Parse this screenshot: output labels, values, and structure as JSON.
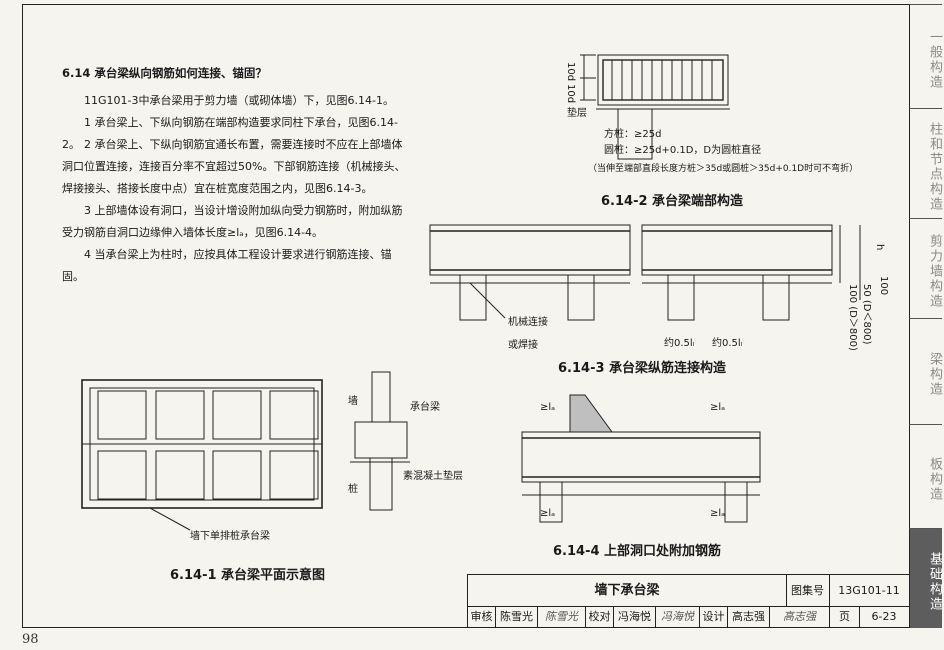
{
  "tabs": [
    {
      "label": "一般构造",
      "active": false
    },
    {
      "label": "柱和节点构造",
      "active": false
    },
    {
      "label": "剪力墙构造",
      "active": false
    },
    {
      "label": "梁构造",
      "active": false
    },
    {
      "label": "板构造",
      "active": false
    },
    {
      "label": "基础构造",
      "active": true
    }
  ],
  "page_number": "98",
  "section": {
    "heading": "6.14 承台梁纵向钢筋如何连接、锚固？",
    "paragraphs": [
      "11G101-3中承台梁用于剪力墙（或砌体墙）下，见图6.14-1。",
      "1 承台梁上、下纵向钢筋在端部构造要求同柱下承台，见图6.14-2。",
      "2 承台梁上、下纵向钢筋宜通长布置，需要连接时不应在上部墙体洞口位置连接，连接百分率不宜超过50%。下部钢筋连接（机械接头、焊接接头、搭接长度中点）宜在桩宽度范围之内，见图6.14-3。",
      "3 上部墙体设有洞口，当设计增设附加纵向受力钢筋时，附加纵筋受力钢筋自洞口边缘伸入墙体长度≥lₐ，见图6.14-4。",
      "4 当承台梁上为柱时，应按具体工程设计要求进行钢筋连接、锚固。"
    ]
  },
  "figures": {
    "fig1_caption": "6.14-1  承台梁平面示意图",
    "fig1_label": "墙下单排桩承台梁",
    "fig1b_labels": {
      "wall": "墙",
      "beam": "承台梁",
      "pile": "桩",
      "cushion": "素混凝土垫层"
    },
    "fig2_caption": "6.14-2  承台梁端部构造",
    "fig2_labels": {
      "d1": "10d",
      "d2": "10d",
      "cushion": "垫层",
      "square": "方桩：≥25d",
      "round": "圆桩：≥25d+0.1D，D为圆桩直径",
      "note": "（当伸至端部直段长度方桩＞35d或圆桩＞35d+0.1D时可不弯折）"
    },
    "fig3_caption": "6.14-3  承台梁纵筋连接构造",
    "fig3_labels": {
      "mech": "机械连接",
      "weld": "或焊接",
      "lap1": "约0.5lₗ",
      "lap2": "约0.5lₗ",
      "h": "h",
      "v100": "100",
      "v1": "100 (D＞800)",
      "v2": "50 (D＜800)"
    },
    "fig4_caption": "6.14-4  上部洞口处附加钢筋",
    "fig4_labels": {
      "la1": "≥lₐ",
      "la2": "≥lₐ",
      "la3": "≥lₐ",
      "la4": "≥lₐ"
    }
  },
  "title_block": {
    "title": "墙下承台梁",
    "atlas_label": "图集号",
    "atlas_no": "13G101-11",
    "review_label": "审核",
    "reviewer": "陈雪光",
    "review_sign": "陈雪光",
    "check_label": "校对",
    "checker": "冯海悦",
    "check_sign": "冯海悦",
    "design_label": "设计",
    "designer": "高志强",
    "design_sign": "高志强",
    "page_label": "页",
    "page_no": "6-23"
  }
}
